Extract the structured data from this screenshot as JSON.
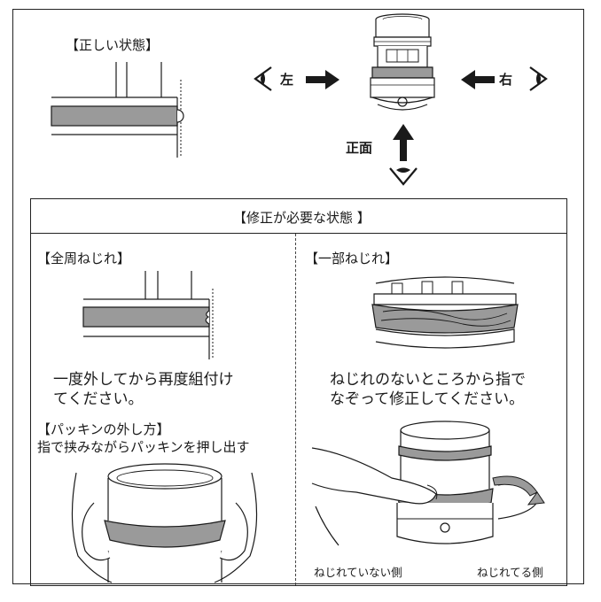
{
  "correct": {
    "title": "【正しい状態】",
    "left_label": "左",
    "right_label": "右",
    "front_label": "正面"
  },
  "fix": {
    "header": "【修正が必要な状態 】",
    "full_twist": {
      "title": "【全周ねじれ】",
      "desc_line1": "一度外してから再度組付け",
      "desc_line2": "てください。"
    },
    "partial_twist": {
      "title": "【一部ねじれ】",
      "desc_line1": "ねじれのないところから指で",
      "desc_line2": "なぞって修正してください。"
    },
    "removal": {
      "title": "【パッキンの外し方】",
      "desc": "指で挟みながらパッキンを押し出す"
    },
    "not_twisted_side": "ねじれていない側",
    "twisted_side": "ねじれてる側"
  },
  "colors": {
    "gasket": "#9a9a9a",
    "line": "#1a1a1a"
  }
}
